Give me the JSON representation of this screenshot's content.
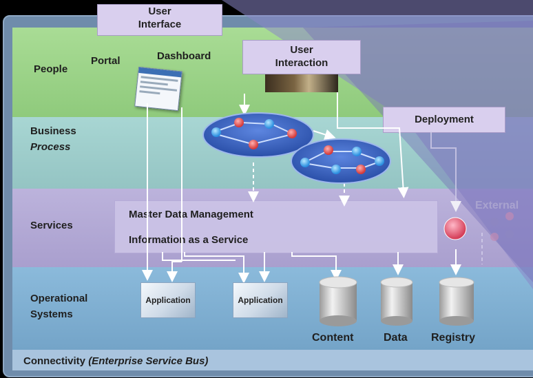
{
  "callouts": {
    "user_interface": "User\nInterface",
    "user_interaction": "User\nInteraction",
    "deployment": "Deployment"
  },
  "layers": {
    "people": "People",
    "business_1": "Business",
    "business_2": "Process",
    "services": "Services",
    "operational_1": "Operational",
    "operational_2": "Systems",
    "connectivity_prefix": "Connectivity ",
    "connectivity_italic": "(Enterprise Service Bus)"
  },
  "people_items": {
    "portal": "Portal",
    "dashboard": "Dashboard"
  },
  "services": {
    "mdm": "Master Data Management",
    "iaas": "Information as a Service",
    "external": "External"
  },
  "systems": {
    "application_1": "Application",
    "application_2": "Application",
    "content": "Content",
    "data": "Data",
    "registry": "Registry"
  },
  "colors": {
    "frame": "#6f8cab",
    "people": "#9dd38a",
    "business": "#9fcccb",
    "services": "#b3a9d4",
    "operational": "#7faed0",
    "connectivity": "#a3c0dc",
    "callout": "#d9cfee",
    "process_ellipse": "#3a64c8"
  }
}
